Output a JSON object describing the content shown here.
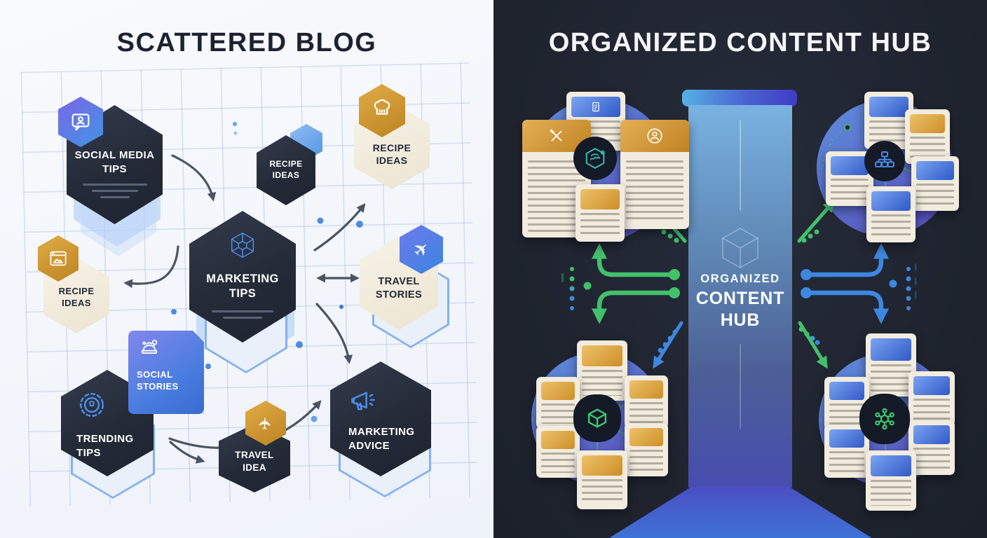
{
  "left": {
    "title": "SCATTERED BLOG",
    "nodes": {
      "social_media_tips": {
        "label": "SOCIAL MEDIA TIPS",
        "icon": "chat-user-icon"
      },
      "recipe_ideas_small": {
        "label": "RECIPE IDEAS",
        "icon": "hexagon-accent"
      },
      "recipe_ideas_top": {
        "label": "RECIPE IDEAS",
        "icon": "chef-hat-icon"
      },
      "recipe_ideas_left": {
        "label": "RECIPE IDEAS",
        "icon": "browser-image-icon"
      },
      "marketing_tips": {
        "label": "MARKETING TIPS",
        "icon": "cube-wireframe-icon"
      },
      "travel_stories": {
        "label": "TRAVEL STORIES",
        "icon": "plane-icon"
      },
      "social_stories": {
        "label": "SOCIAL STORIES",
        "icon": "doodle-sketch-icon"
      },
      "trending_tips": {
        "label": "TRENDING TIPS",
        "icon": "gear-icon"
      },
      "travel_idea": {
        "label": "TRAVEL IDEA",
        "icon": "plane-icon"
      },
      "marketing_advice": {
        "label": "MARKETING ADVICE",
        "icon": "megaphone-icon"
      }
    }
  },
  "right": {
    "title": "ORGANIZED CONTENT HUB",
    "hub": {
      "line1": "ORGANIZED",
      "line2": "CONTENT",
      "line3": "HUB",
      "icon": "cube-wireframe-icon"
    },
    "clusters": {
      "top_left": {
        "icon": "hexagon-scribble-icon",
        "card_count": 4
      },
      "top_right": {
        "icon": "sitemap-icon",
        "card_count": 5
      },
      "bottom_left": {
        "icon": "cube-icon",
        "card_count": 6
      },
      "bottom_right": {
        "icon": "radial-network-icon",
        "card_count": 6
      }
    }
  },
  "colors": {
    "left_bg": "#f2f5fa",
    "right_bg": "#20242f",
    "dark_hex": "#242a37",
    "cream_hex": "#f2ecdf",
    "gold": "#cf9731",
    "blue_accent": "#4c8ce6",
    "purple_blue": "#6a67e2",
    "green": "#43c06c",
    "arrow_gray": "#4a5462",
    "hub_column_top": "#79b2e2",
    "hub_column_bottom": "#474daf"
  }
}
